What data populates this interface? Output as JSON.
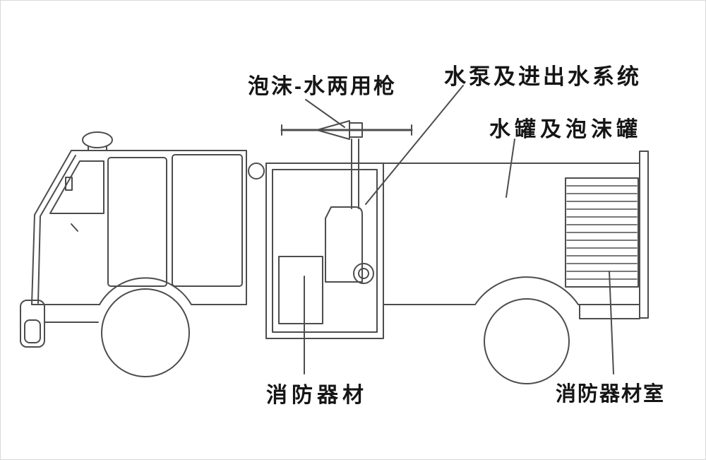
{
  "labels": {
    "foam_water_gun": "泡沫-水两用枪",
    "pump_inlet_outlet_system": "水泵及进出水系统",
    "water_tank_foam_tank": "水罐及泡沫罐",
    "fire_equipment": "消防器材",
    "fire_equipment_room": "消防器材室"
  },
  "colors": {
    "line": "#4d4d4d",
    "text": "#151515",
    "background": "#ffffff"
  }
}
